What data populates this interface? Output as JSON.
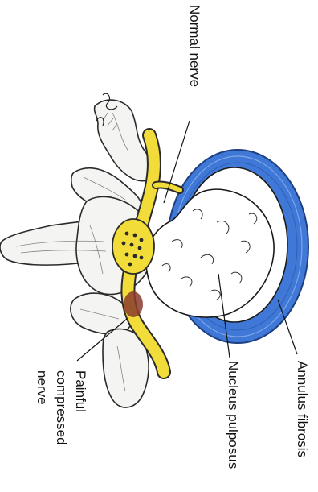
{
  "labels": {
    "normal_nerve": "Normal nerve",
    "annulus_fibrosis": "Annulus fibrosis",
    "nucleus_pulposus": "Nucleus pulposus",
    "painful_compressed_nerve_line1": "Painful",
    "painful_compressed_nerve_line2": "compressed",
    "painful_compressed_nerve_line3": "nerve"
  },
  "colors": {
    "annulus": "#3f78d6",
    "nucleus": "#ffffff",
    "nerve": "#f1dc3a",
    "compression": "#8a3b2b",
    "outline": "#2a2a2a",
    "bone": "#f4f4f2"
  }
}
